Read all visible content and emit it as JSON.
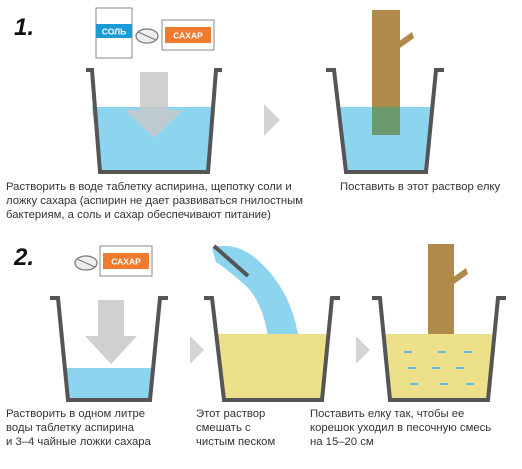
{
  "step1": {
    "number": "1.",
    "salt_label": "СОЛЬ",
    "sugar_label": "САХАР",
    "caption_left": [
      "Растворить в воде таблетку аспирина, щепотку соли и",
      "ложку сахара (аспирин не дает развиваться гнилостным",
      "бактериям, а соль и сахар обеспечивают питание)"
    ],
    "caption_right": "Поставить в этот раствор елку"
  },
  "step2": {
    "number": "2.",
    "sugar_label": "САХАР",
    "caption_left": [
      "Растворить в одном литре",
      "воды таблетку аспирина",
      "и 3–4 чайные ложки сахара"
    ],
    "caption_middle": [
      "Этот раствор",
      "смешать с",
      "чистым песком"
    ],
    "caption_right": [
      "Поставить елку так, чтобы ее",
      "корешок уходил в песочную смесь",
      "на 15–20 см"
    ]
  },
  "colors": {
    "water": "#8dd4ef",
    "sand": "#ece18a",
    "trunk": "#b08a4a",
    "trunk_in_water": "#6b9a6e",
    "salt_accent": "#1a9ad6",
    "sugar_accent": "#f07a2e",
    "glass_outline": "#555555",
    "arrow": "#c8c8c8"
  }
}
